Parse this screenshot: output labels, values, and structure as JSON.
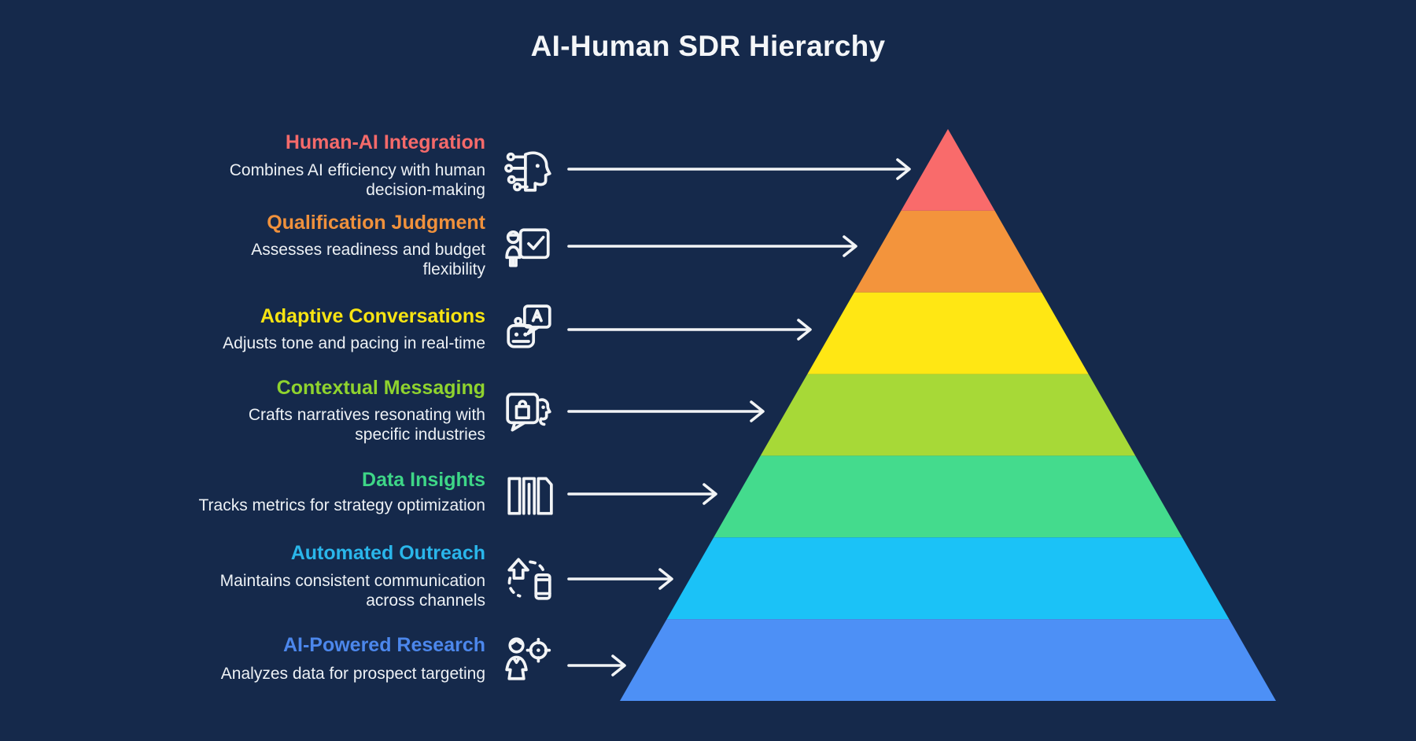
{
  "title": "AI-Human SDR Hierarchy",
  "background_color": "#15294B",
  "arrow_color": "#F2F4F6",
  "description_color": "#EDF1F5",
  "levels": [
    {
      "rank": 1,
      "name": "Human-AI Integration",
      "description": "Combines AI efficiency with human\ndecision-making",
      "title_color": "#F56A6A",
      "band_color": "#F96B6B",
      "icon": "human-ai-head-icon"
    },
    {
      "rank": 2,
      "name": "Qualification Judgment",
      "description": "Assesses readiness and budget\nflexibility",
      "title_color": "#F0913C",
      "band_color": "#F3943C",
      "icon": "qualification-checkboard-icon"
    },
    {
      "rank": 3,
      "name": "Adaptive Conversations",
      "description": "Adjusts tone and pacing in real-time",
      "title_color": "#F8E412",
      "band_color": "#FFE714",
      "icon": "robot-chat-icon"
    },
    {
      "rank": 4,
      "name": "Contextual Messaging",
      "description": "Crafts narratives resonating with\nspecific industries",
      "title_color": "#8FD32E",
      "band_color": "#A7D937",
      "icon": "message-bag-profile-icon"
    },
    {
      "rank": 5,
      "name": "Data Insights",
      "description": "Tracks metrics for strategy optimization",
      "title_color": "#3ED687",
      "band_color": "#44DB8D",
      "icon": "bar-columns-icon"
    },
    {
      "rank": 6,
      "name": "Automated Outreach",
      "description": "Maintains consistent communication\nacross channels",
      "title_color": "#2AB6EA",
      "band_color": "#1BC2F7",
      "icon": "outreach-sync-phone-icon"
    },
    {
      "rank": 7,
      "name": "AI-Powered Research",
      "description": "Analyzes data for prospect targeting",
      "title_color": "#4C87EC",
      "band_color": "#4D90F6",
      "icon": "person-target-icon"
    }
  ]
}
